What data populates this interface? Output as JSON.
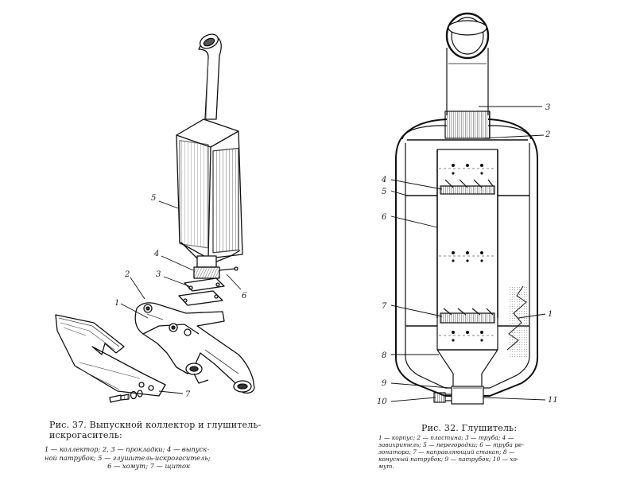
{
  "figure37": {
    "caption_title": "Рис. 37. Выпускной коллектор и глушитель-искрогаситель:",
    "caption_lines": [
      "1 — коллектор; 2, 3 — прокладки; 4 — выпуск-",
      "ной патрубок; 5 — глушитель-искрогаситель;",
      "6 — хомут; 7 — щиток"
    ],
    "callouts": [
      "1",
      "2",
      "3",
      "4",
      "5",
      "6",
      "7"
    ]
  },
  "figure32": {
    "caption_title": "Рис. 32. Глушитель:",
    "caption_lines": [
      "1 — корпус; 2 — пластина; 3 — труба; 4 —",
      "завихритель; 5 — перегородки; 6 — труба ре-",
      "зонатора; 7 — направляющий стакан; 8 —",
      "конусный патрубок; 9 — патрубок; 10 — хо-",
      "мут."
    ],
    "callouts": [
      "1",
      "2",
      "3",
      "4",
      "5",
      "6",
      "7",
      "8",
      "9",
      "10",
      "11"
    ]
  }
}
